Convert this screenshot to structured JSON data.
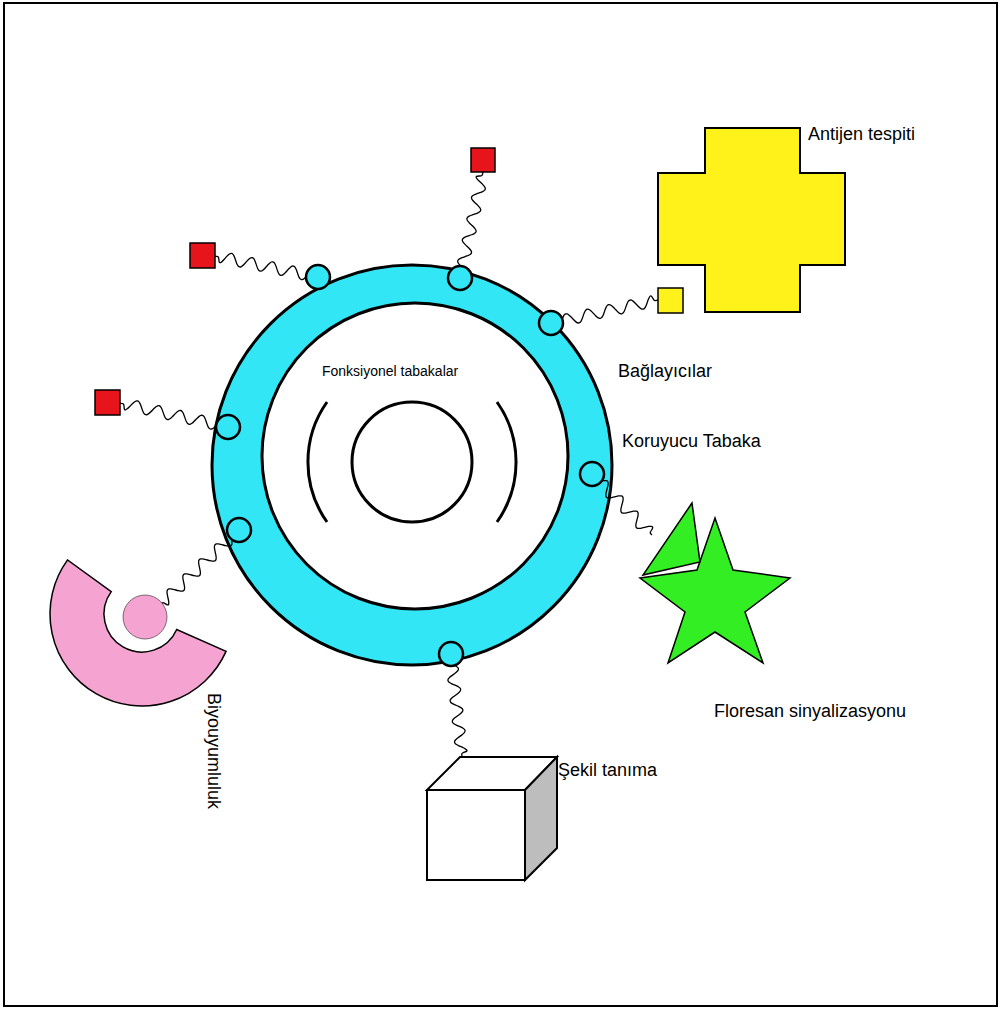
{
  "diagram": {
    "labels": [
      "Fonksiyonel tabakalar",
      "Antijen tespiti",
      "Bağlayıcılar",
      "Koruyucu Tabaka",
      "Floresan sinyalizasyonu",
      "Şekil tanıma",
      "Biyouyumluluk"
    ]
  }
}
